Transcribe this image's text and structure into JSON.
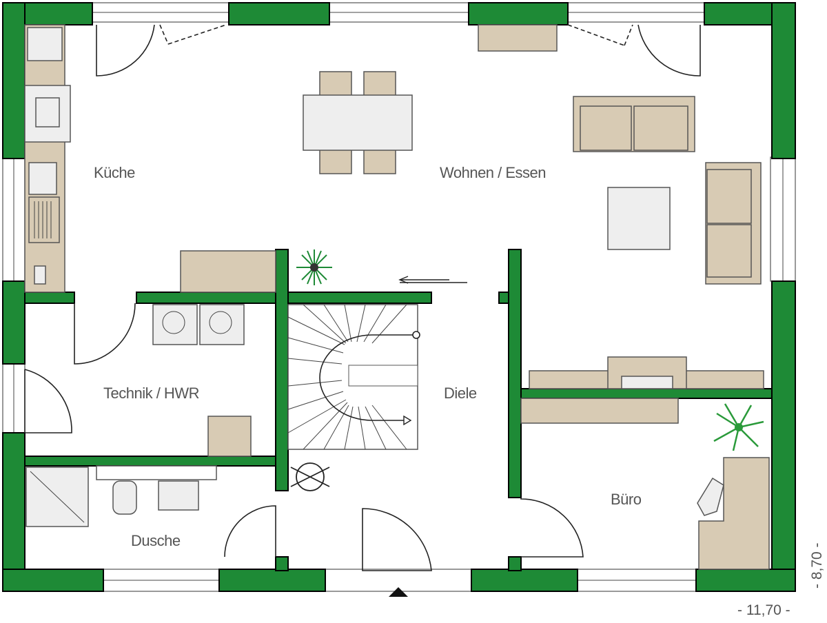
{
  "rooms": {
    "kitchen": "Küche",
    "living": "Wohnen / Essen",
    "utility": "Technik / HWR",
    "hall": "Diele",
    "shower": "Dusche",
    "office": "Büro"
  },
  "dimensions": {
    "width": "- 11,70 -",
    "depth": "- 8,70 -"
  },
  "colors": {
    "wall": "#1e8a36",
    "furniture": "#d8cbb4",
    "text": "#555555"
  }
}
